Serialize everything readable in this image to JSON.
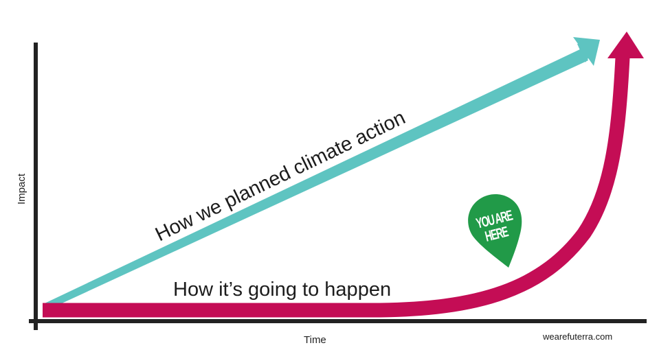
{
  "chart_data": {
    "type": "line",
    "title": "",
    "xlabel": "Time",
    "ylabel": "Impact",
    "grid": false,
    "legend": "inline labels",
    "series": [
      {
        "name": "How we planned climate action",
        "color": "#5ec4c1",
        "shape": "straight linear arrow rising steadily from origin to top right",
        "points": [
          [
            0,
            0.05
          ],
          [
            1,
            1
          ]
        ]
      },
      {
        "name": "How it's going to happen",
        "color": "#c40d55",
        "shape": "flat then exponential rise to top right",
        "points": [
          [
            0,
            0.05
          ],
          [
            0.55,
            0.05
          ],
          [
            0.75,
            0.12
          ],
          [
            0.9,
            0.4
          ],
          [
            0.97,
            0.8
          ],
          [
            0.98,
            1
          ]
        ]
      }
    ],
    "annotations": [
      {
        "text": "YOU ARE HERE",
        "type": "map-pin",
        "color": "#219a48",
        "position": "near the start of the exponential rise of the magenta curve"
      }
    ],
    "credit": "wearefuterra.com"
  },
  "axes": {
    "x_label": "Time",
    "y_label": "Impact"
  },
  "labels": {
    "planned": "How we planned climate action",
    "actual": "How it’s going to happen",
    "pin_line1": "YOU ARE",
    "pin_line2": "HERE",
    "credit": "wearefuterra.com"
  },
  "colors": {
    "planned": "#5ec4c1",
    "actual": "#c40d55",
    "pin": "#219a48",
    "axis": "#222222"
  }
}
